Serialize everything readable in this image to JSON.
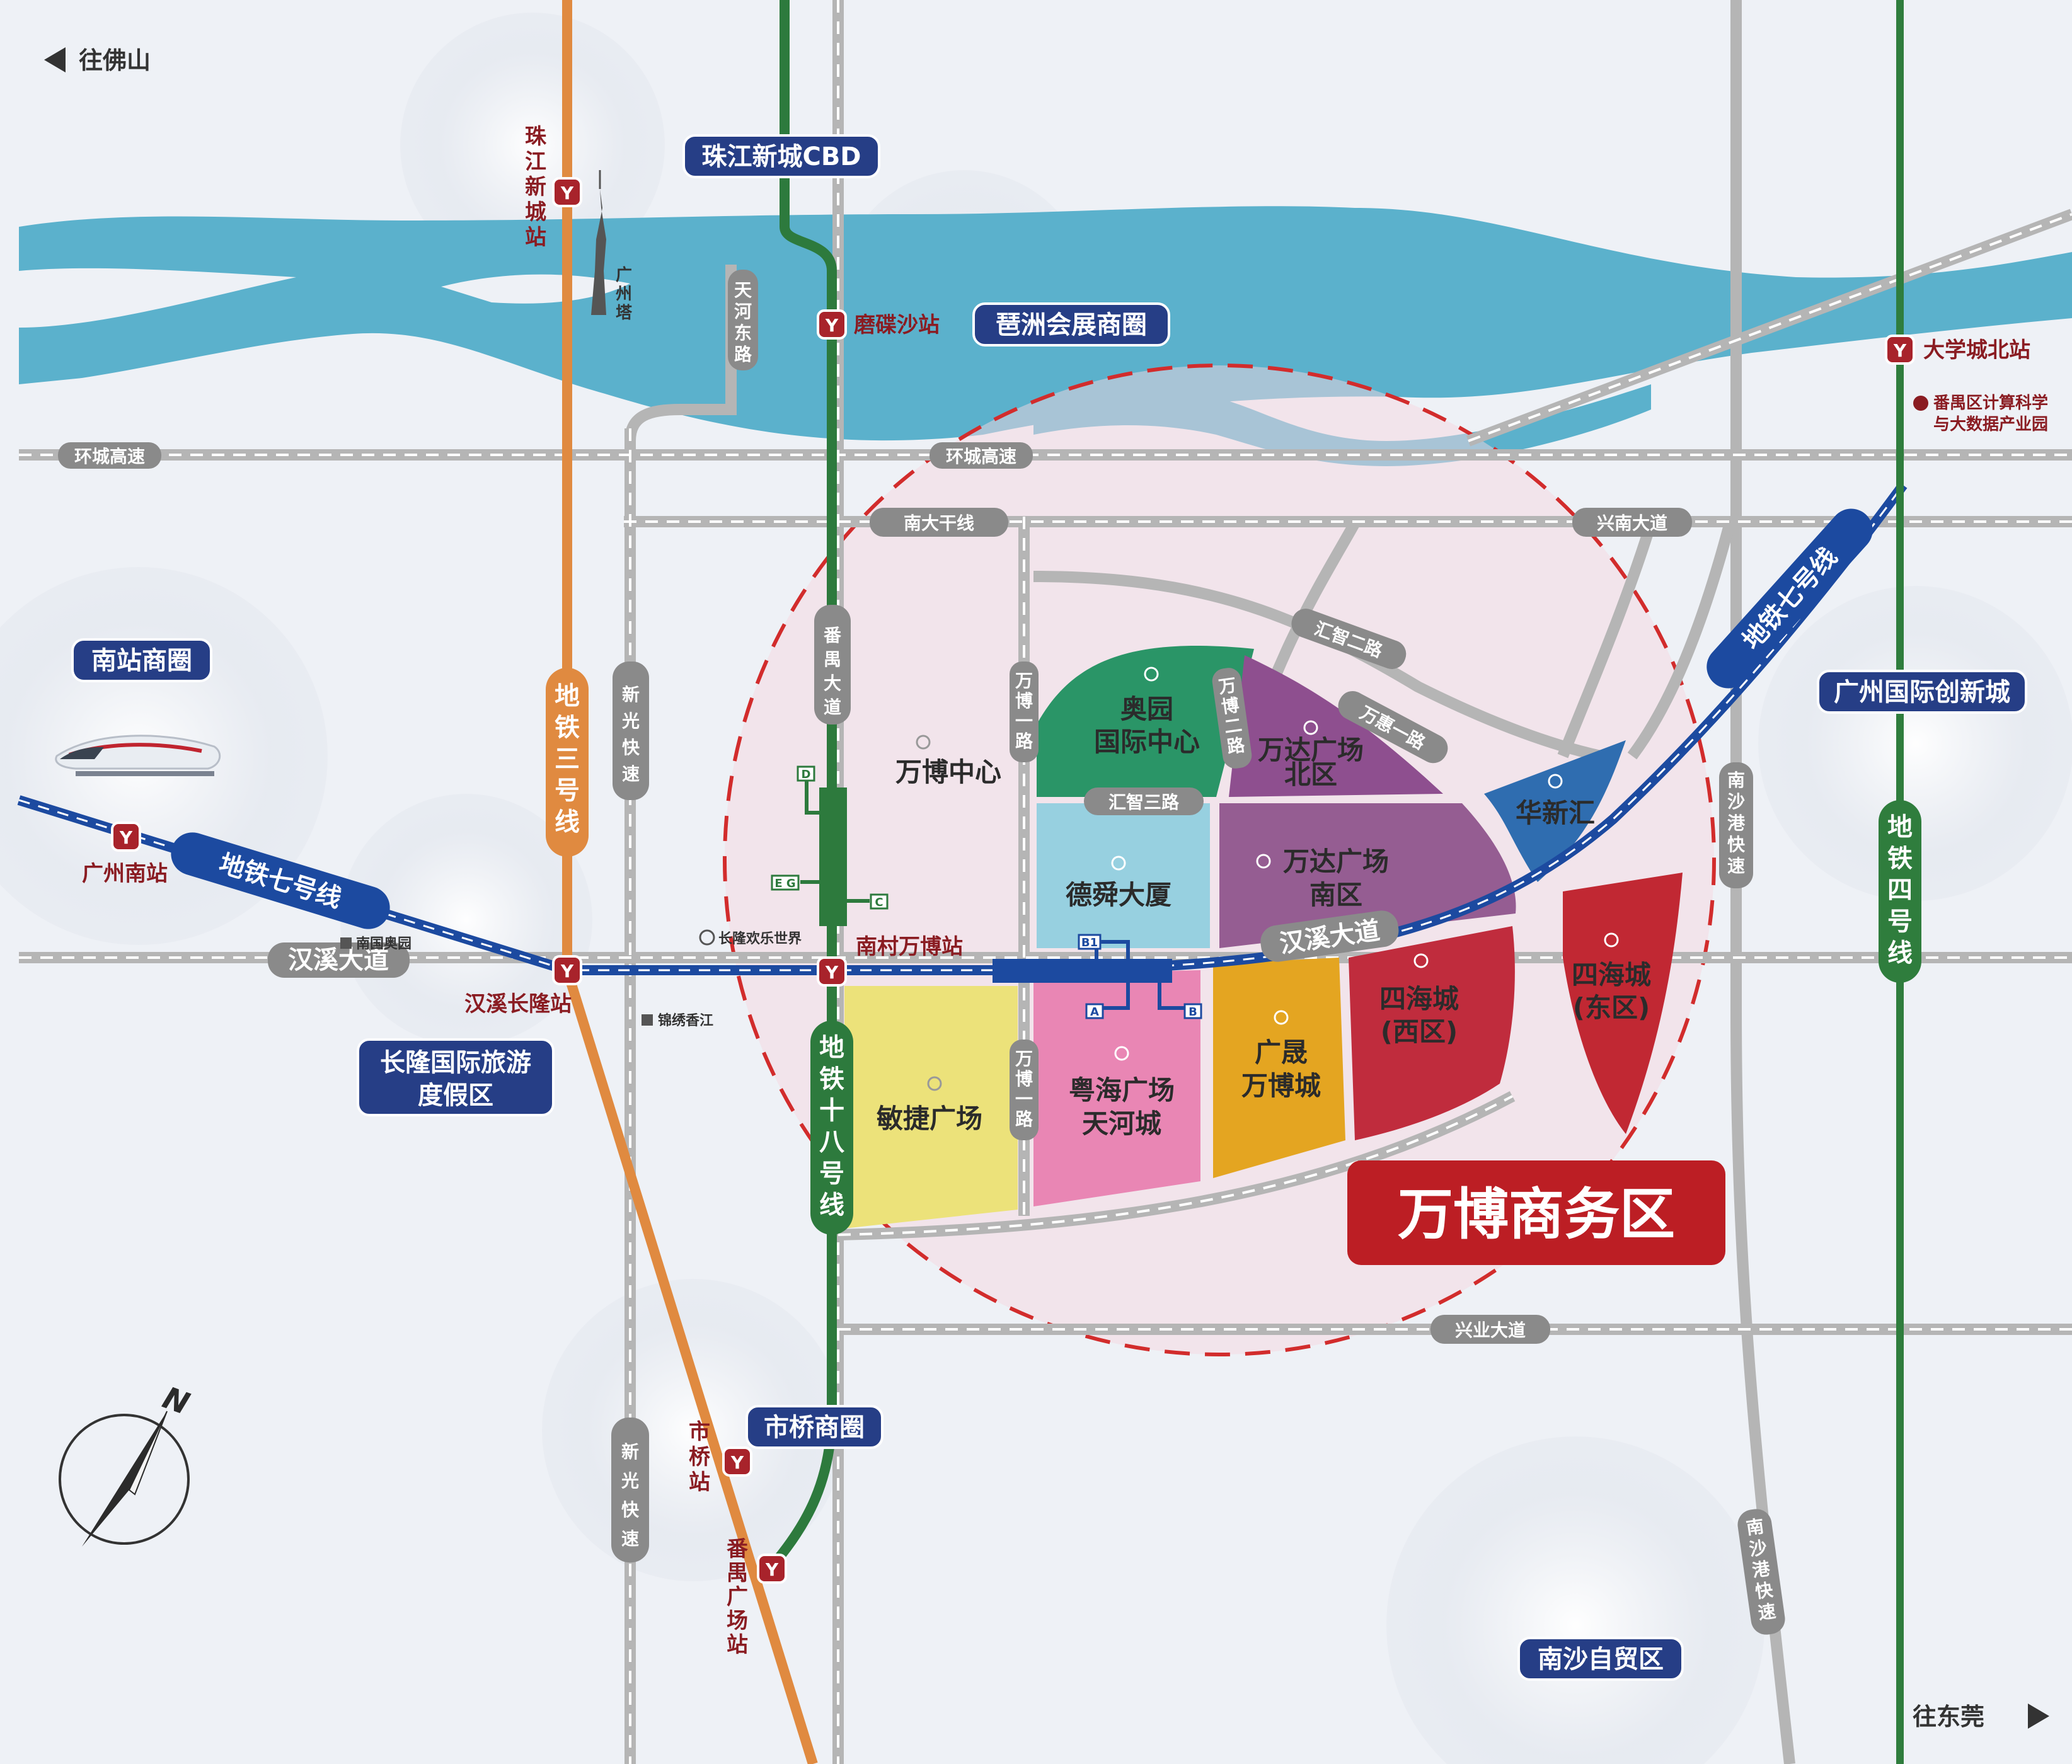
{
  "colors": {
    "background": "#eef1f6",
    "river": "#5bb1cc",
    "road": "#b5b5b5",
    "metro_3": "#e08a40",
    "metro_18": "#2d7a3d",
    "metro_7": "#1c4aa0",
    "metro_4": "#2f7d3d",
    "district_navy": "#263e86",
    "station_red": "#8a1c22",
    "business_ring": "#d22c2c",
    "title_red": "#bc1e24"
  },
  "directions": {
    "to_foshan": "往佛山",
    "to_dongguan": "往东莞"
  },
  "districts": {
    "cbd": "珠江新城CBD",
    "pazhou": "琶洲会展商圈",
    "nanzhan": "南站商圈",
    "changlong": [
      "长隆国际旅游",
      "度假区"
    ],
    "innovation": "广州国际创新城",
    "shiqiao": "市桥商圈",
    "nansha": "南沙自贸区"
  },
  "metro_lines": {
    "line3": [
      "地",
      "铁",
      "三",
      "号",
      "线"
    ],
    "line18": [
      "地",
      "铁",
      "十",
      "八",
      "号",
      "线"
    ],
    "line7": "地铁七号线",
    "line4": [
      "地",
      "铁",
      "四",
      "号",
      "线"
    ]
  },
  "stations": {
    "zhujiang_xincheng": [
      "珠",
      "江",
      "新",
      "城",
      "站"
    ],
    "modiesha": "磨碟沙站",
    "daxuecheng_bei": "大学城北站",
    "guangzhou_nan": "广州南站",
    "hanxi_changlong": "汉溪长隆站",
    "nancun_wanbo": "南村万博站",
    "shiqiao": [
      "市",
      "桥",
      "站"
    ],
    "panyu_guangchang": [
      "番",
      "禺",
      "广",
      "场",
      "站"
    ]
  },
  "roads": {
    "huancheng_1": "环城高速",
    "huancheng_2": "环城高速",
    "nanda": "南大干线",
    "xingnan": "兴南大道",
    "hanxi_left": "汉溪大道",
    "hanxi_right": "汉溪大道",
    "xingye": "兴业大道",
    "tianhe_east": [
      "天",
      "河",
      "东",
      "路"
    ],
    "xinguang_1": [
      "新",
      "光",
      "快",
      "速"
    ],
    "xinguang_2": [
      "新",
      "光",
      "快",
      "速"
    ],
    "panyu_dadao": [
      "番",
      "禺",
      "大",
      "道"
    ],
    "nansha_1": [
      "南",
      "沙",
      "港",
      "快",
      "速"
    ],
    "nansha_2": [
      "南",
      "沙",
      "港",
      "快",
      "速"
    ],
    "wanbo_yi_1": [
      "万",
      "博",
      "一",
      "路"
    ],
    "wanbo_yi_2": [
      "万",
      "博",
      "一",
      "路"
    ],
    "wanbo_er": [
      "万",
      "博",
      "二",
      "路"
    ],
    "huizhi_er": "汇智二路",
    "huizhi_san": "汇智三路",
    "wanhui_yi": "万惠一路"
  },
  "landmarks": {
    "canton_tower": [
      "广",
      "州",
      "塔"
    ],
    "daxuecheng_park": [
      "番禺区计算科学",
      "与大数据产业园"
    ],
    "nanguo_aoyuan": "南国奥园",
    "changlong_world": "长隆欢乐世界",
    "jinxiu_xiangjiang": "锦绣香江"
  },
  "zones": {
    "wanbo_center": "万博中心",
    "aoyuan": [
      "奥园",
      "国际中心"
    ],
    "wanda_north": [
      "万达广场",
      "北区"
    ],
    "wanda_south": [
      "万达广场",
      "南区"
    ],
    "huaxinhui": "华新汇",
    "deshun": "德舜大厦",
    "minjie": "敏捷广场",
    "yuehai": [
      "粤海广场",
      "天河城"
    ],
    "guangsheng": [
      "广晟",
      "万博城"
    ],
    "sihai_west": [
      "四海城",
      "(西区)"
    ],
    "sihai_east": [
      "四海城",
      "(东区)"
    ]
  },
  "station_exits": {
    "d": "D",
    "eg": "E G",
    "c": "C",
    "b1": "B1",
    "a": "A",
    "b": "B"
  },
  "title": "万博商务区",
  "compass": "N"
}
